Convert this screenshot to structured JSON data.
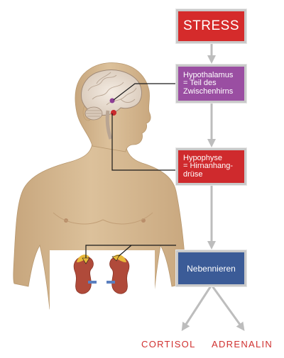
{
  "colors": {
    "stress": "#d52b2b",
    "hypothalamus": "#9a4ea2",
    "hypophyse": "#cf2a2d",
    "nebennieren": "#3b5b97",
    "output_text": "#d0302f",
    "arrow": "#bdbdbd",
    "connector": "#1a1a1a",
    "skin": "#d9bd95"
  },
  "nodes": {
    "stress": {
      "label": "STRESS"
    },
    "hypothalamus": {
      "lines": [
        "Hypothalamus",
        "= Teil des",
        "Zwischenhirns"
      ]
    },
    "hypophyse": {
      "lines": [
        "Hypophyse",
        "= Hirnanhang-",
        "drüse"
      ]
    },
    "nebennieren": {
      "label": "Nebennieren"
    }
  },
  "outputs": [
    "CORTISOL",
    "ADRENALIN"
  ]
}
